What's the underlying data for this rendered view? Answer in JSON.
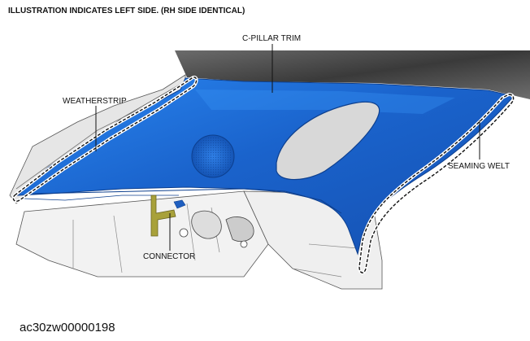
{
  "caption": "ILLUSTRATION INDICATES LEFT SIDE. (RH SIDE IDENTICAL)",
  "callouts": {
    "c_pillar_trim": "C-PILLAR TRIM",
    "weatherstrip": "WEATHERSTRIP",
    "seaming_welt": "SEAMING WELT",
    "connector": "CONNECTOR"
  },
  "figure_id": "ac30zw00000198",
  "colors": {
    "trim_blue": "#1f6fd6",
    "connector_yellow": "#a8a13a",
    "window_gray": "#d8d8d8"
  }
}
